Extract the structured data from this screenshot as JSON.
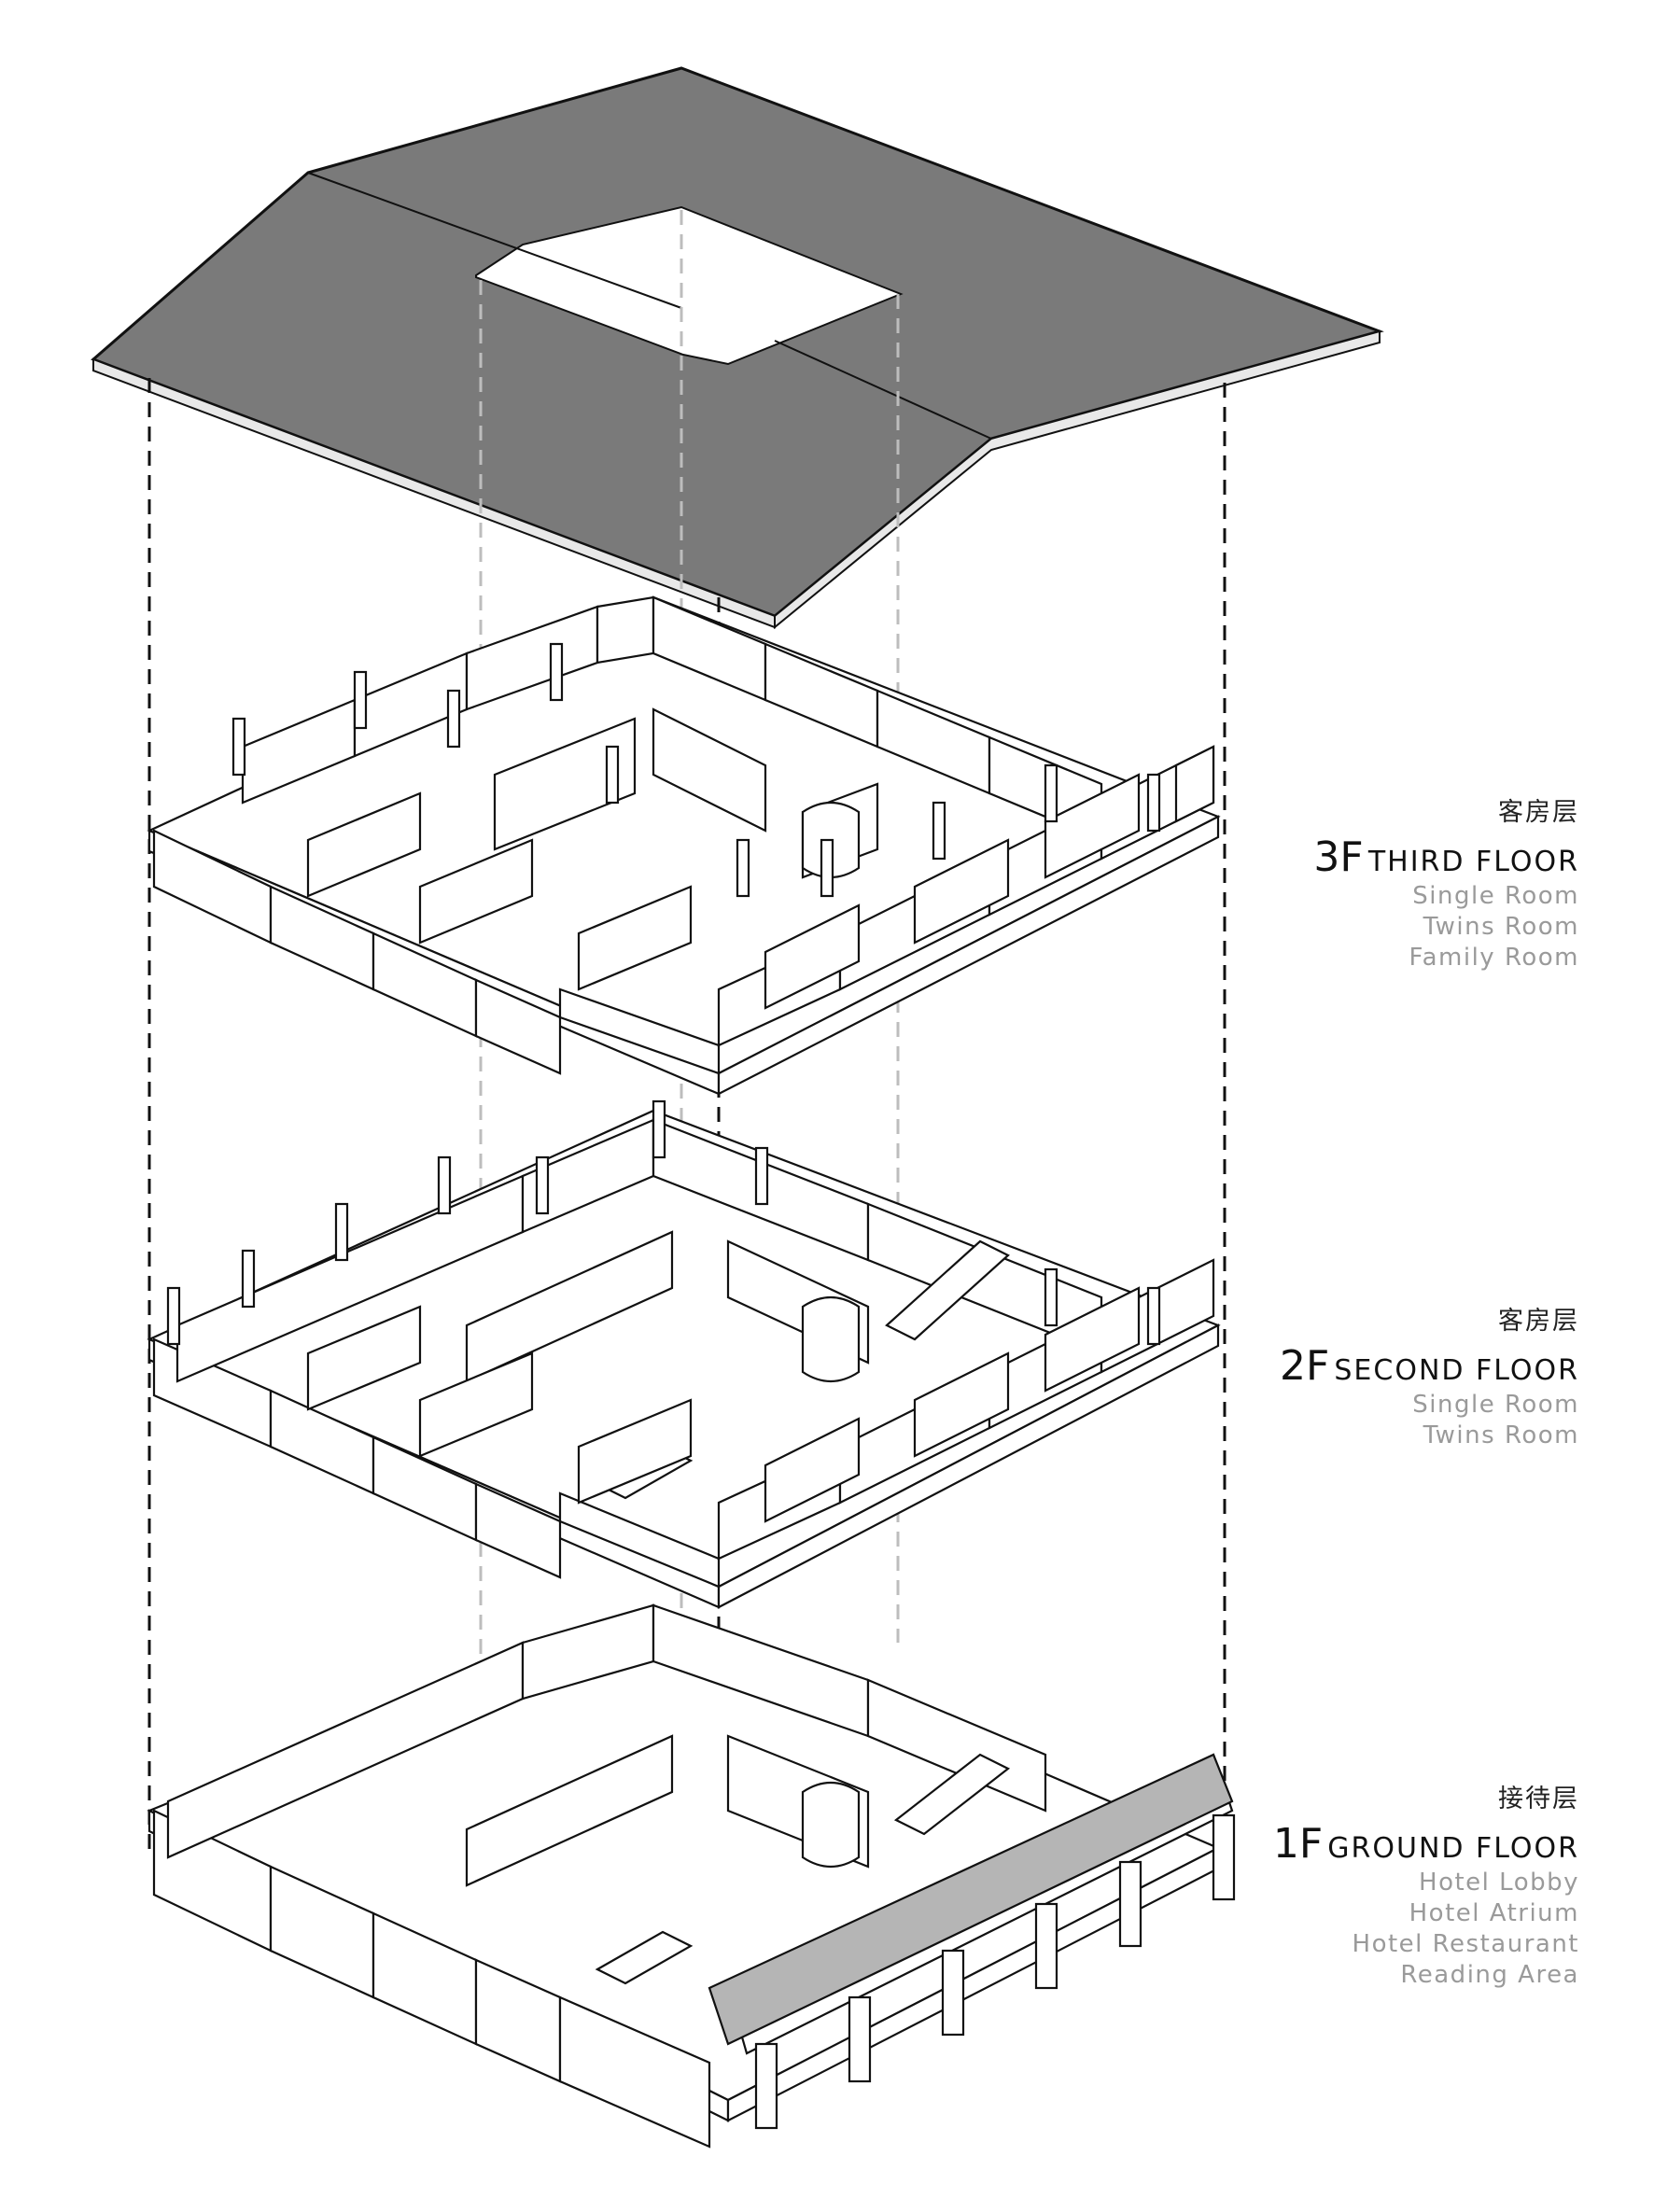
{
  "floors": [
    {
      "id": "3f",
      "cn": "客房层",
      "num": "3F",
      "name": "THIRD FLOOR",
      "functions": [
        "Single Room",
        "Twins Room",
        "Family Room"
      ]
    },
    {
      "id": "2f",
      "cn": "客房层",
      "num": "2F",
      "name": "SECOND FLOOR",
      "functions": [
        "Single Room",
        "Twins Room"
      ]
    },
    {
      "id": "1f",
      "cn": "接待层",
      "num": "1F",
      "name": "GROUND FLOOR",
      "functions": [
        "Hotel Lobby",
        "Hotel Atrium",
        "Hotel Restaurant",
        "Reading Area"
      ]
    }
  ],
  "colors": {
    "roof": "#7a7a7a",
    "line": "#111111",
    "guide_gray": "#bdbdbd",
    "canopy": "#b5b5b5",
    "text_gray": "#9a9a9a"
  }
}
